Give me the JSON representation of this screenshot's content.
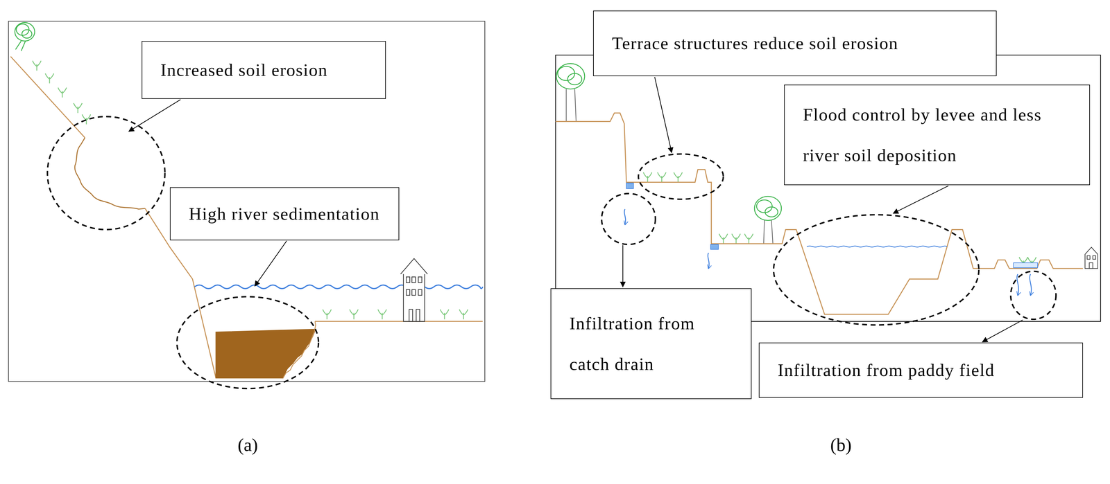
{
  "diagram": {
    "nodes": [
      {
        "text": [
          "Increased soil erosion"
        ]
      },
      {
        "text": [
          "High river sedimentation"
        ]
      },
      {
        "text": [
          "Terrace structures reduce soil erosion"
        ]
      },
      {
        "text": [
          "Flood control by levee and less river soil deposition"
        ]
      },
      {
        "text": [
          "Infiltration from catch drain"
        ]
      },
      {
        "text": [
          "Infiltration from paddy field"
        ]
      }
    ],
    "labels": [
      "(a)",
      "(b)"
    ]
  }
}
